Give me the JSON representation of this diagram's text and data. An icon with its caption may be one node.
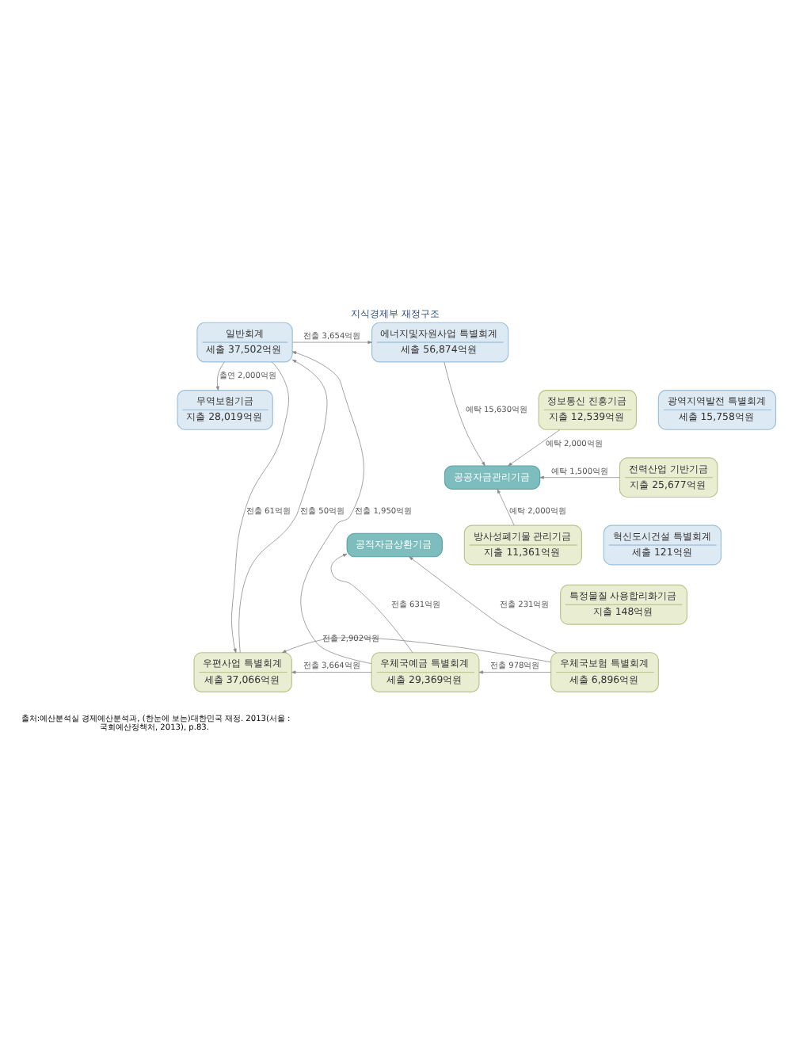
{
  "diagram": {
    "title": "지식경제부 재정구조",
    "caption": "출처:예산분석실 경제예산분석과, (한눈에 보는)대한민국 재정. 2013(서울 : 국회예산정책처, 2013), p.83.",
    "nodes": [
      {
        "text": [
          "일반회계",
          "세출 37,502억원"
        ]
      },
      {
        "text": [
          "에너지및자원사업 특별회계",
          "세출 56,874억원"
        ]
      },
      {
        "text": [
          "광역지역발전 특별회계",
          "세출 15,758억원"
        ]
      },
      {
        "text": [
          "무역보험기금",
          "지출 28,019억원"
        ]
      },
      {
        "text": [
          "정보통신 진흥기금",
          "지출 12,539억원"
        ]
      },
      {
        "text": [
          "전력산업 기반기금",
          "지출 25,677억원"
        ]
      },
      {
        "text": [
          "공공자금관리기금"
        ]
      },
      {
        "text": [
          "혁신도시건설 특별회계",
          "세출 121억원"
        ]
      },
      {
        "text": [
          "공적자금상환기금"
        ]
      },
      {
        "text": [
          "방사성폐기물 관리기금",
          "지출 11,361억원"
        ]
      },
      {
        "text": [
          "특정물질 사용합리화기금",
          "지출 148억원"
        ]
      },
      {
        "text": [
          "우편사업 특별회계",
          "세출 37,066억원"
        ]
      },
      {
        "text": [
          "우체국예금 특별회계",
          "세출 29,369억원"
        ]
      },
      {
        "text": [
          "우체국보험 특별회계",
          "세출 6,896억원"
        ]
      }
    ],
    "edges": [
      {
        "from": 0,
        "to": 1,
        "arrow": "to",
        "label": "전출 3,654억원"
      },
      {
        "from": 0,
        "to": 3,
        "arrow": "to",
        "label": "출연 2,000억원"
      },
      {
        "from": 1,
        "to": 6,
        "arrow": "to",
        "label": "예탁 15,630억원"
      },
      {
        "from": 4,
        "to": 6,
        "arrow": "to",
        "label": "예탁 2,000억원"
      },
      {
        "from": 5,
        "to": 6,
        "arrow": "to",
        "label": "예탁 1,500억원"
      },
      {
        "from": 9,
        "to": 6,
        "arrow": "to",
        "label": "예탁 2,000억원"
      },
      {
        "from": 11,
        "to": 0,
        "arrow": "to",
        "label": "전출 50억원"
      },
      {
        "from": 12,
        "to": 8,
        "arrow": "to",
        "label": "전출 631억원"
      },
      {
        "from": 13,
        "to": 8,
        "arrow": "to",
        "label": "전출 231억원"
      },
      {
        "from": 12,
        "to": 0,
        "arrow": "to",
        "label": "전출 1,950억원"
      },
      {
        "from": 0,
        "to": 11,
        "arrow": "to",
        "label": "전출 61억원"
      },
      {
        "from": 12,
        "to": 11,
        "arrow": "to",
        "label": "전출 3,664억원"
      },
      {
        "from": 13,
        "to": 12,
        "arrow": "to",
        "label": "전출 978억원"
      },
      {
        "from": 13,
        "to": 11,
        "arrow": "to",
        "label": "전출 2,902억원"
      }
    ]
  }
}
